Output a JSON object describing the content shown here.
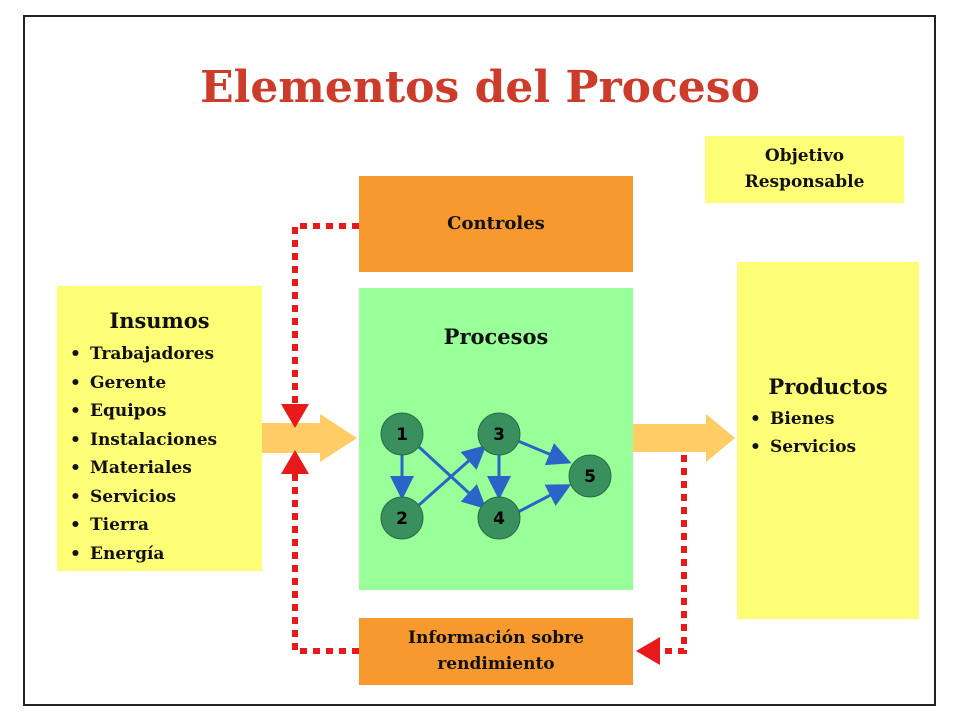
{
  "title": "Elementos del Proceso",
  "objetivo": {
    "line1": "Objetivo",
    "line2": "Responsable"
  },
  "controles": {
    "label": "Controles"
  },
  "procesos": {
    "label": "Procesos",
    "nodes": [
      "1",
      "2",
      "3",
      "4",
      "5"
    ]
  },
  "insumos": {
    "label": "Insumos",
    "items": [
      "Trabajadores",
      "Gerente",
      "Equipos",
      "Instalaciones",
      "Materiales",
      "Servicios",
      "Tierra",
      "Energía"
    ]
  },
  "productos": {
    "label": "Productos",
    "items": [
      "Bienes",
      "Servicios"
    ]
  },
  "informacion": {
    "line1": "Información sobre",
    "line2": "rendimiento"
  },
  "colors": {
    "title": "#cd3b2a",
    "yellow_box": "#ffff77",
    "orange_box": "#f7992e",
    "green_box": "#99ff99",
    "node_fill": "#3a8f5e",
    "node_arrow": "#2b64c8",
    "feedback_dotted": "#e8191b",
    "flow_arrow": "#ffcc66"
  }
}
